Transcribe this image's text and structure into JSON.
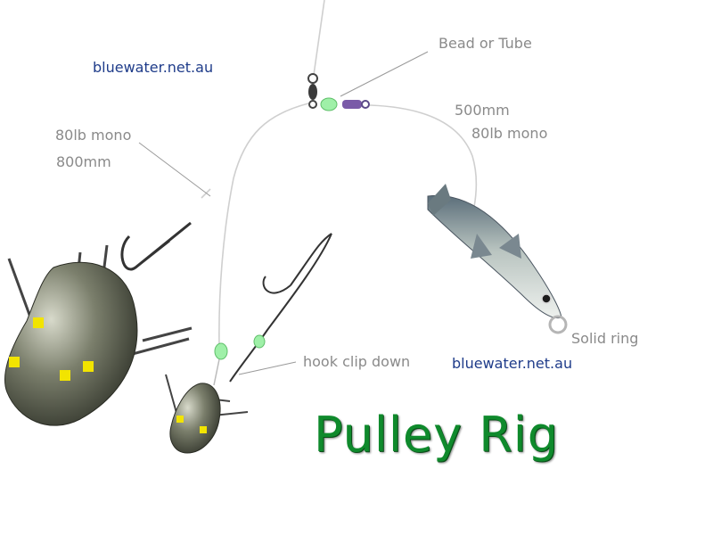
{
  "title": "Pulley Rig",
  "brand": {
    "top": "bluewater.net.au",
    "bottom": "bluewater.net.au"
  },
  "labels": {
    "bead_or_tube": "Bead or Tube",
    "main_line_strength": "80lb mono",
    "main_line_length": "800mm",
    "trace_length": "500mm",
    "trace_strength": "80lb mono",
    "solid_ring": "Solid ring",
    "hook_clip": "hook clip down"
  },
  "colors": {
    "title": "#0f8a2c",
    "brand": "#1f3c8a",
    "label": "#8a8a8a",
    "bead": "#9ff0a8",
    "sinker": "#6b6e5e",
    "line": "#c8c8c8"
  }
}
